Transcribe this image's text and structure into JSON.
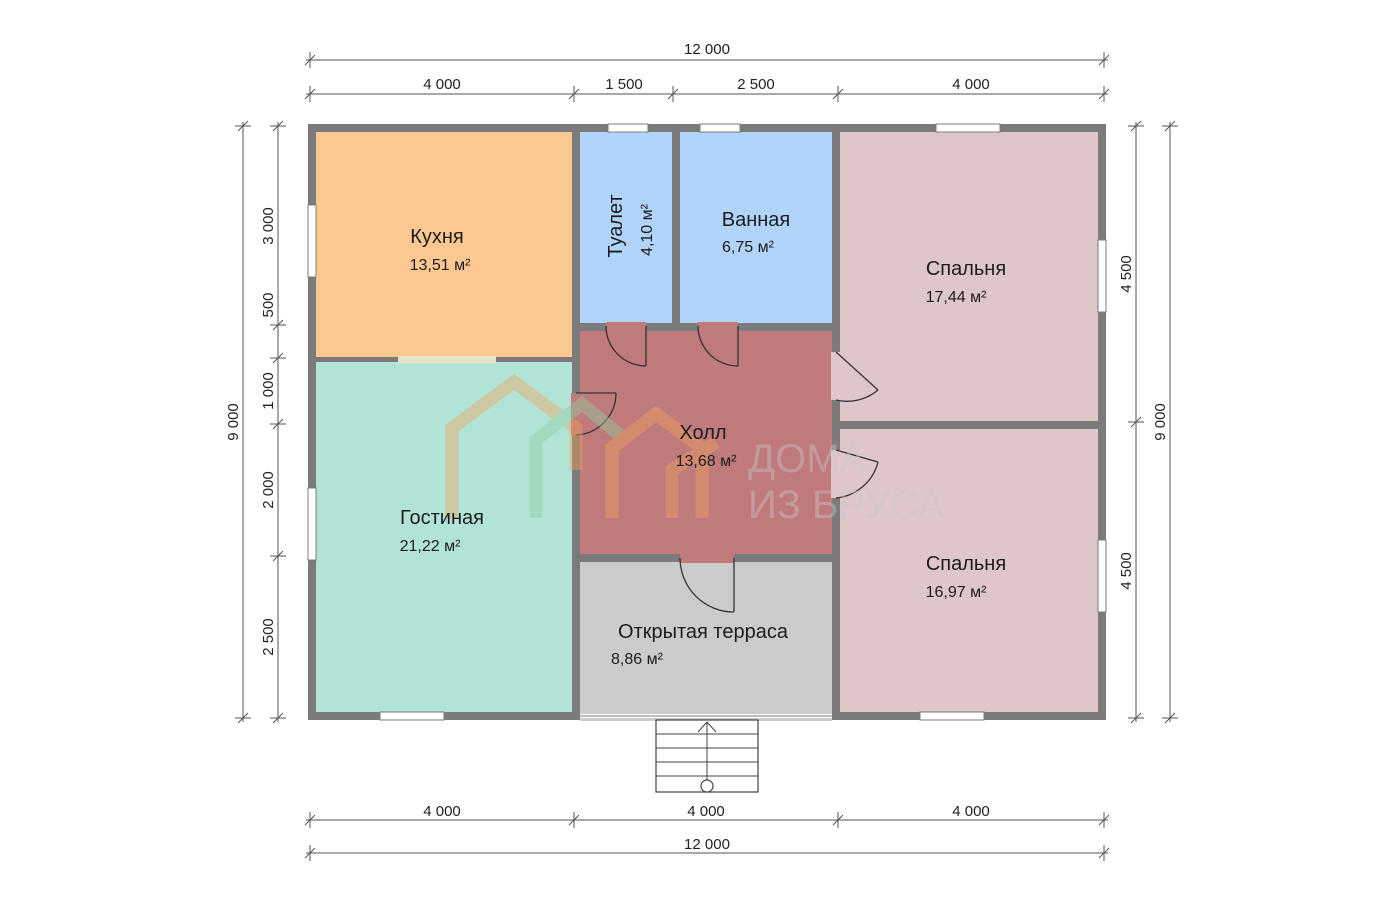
{
  "dimensions": {
    "top_total": "12 000",
    "top_segments": [
      "4 000",
      "1 500",
      "2 500",
      "4 000"
    ],
    "bottom_segments": [
      "4 000",
      "4 000",
      "4 000"
    ],
    "bottom_total": "12 000",
    "left_total": "9 000",
    "left_segments": [
      "3 000",
      "500",
      "1 000",
      "2 000",
      "2 500"
    ],
    "right_segments": [
      "4 500",
      "4 500"
    ],
    "right_total": "9 000"
  },
  "rooms": {
    "kitchen": {
      "name": "Кухня",
      "area": "13,51 м²",
      "color": "#fcc892"
    },
    "toilet": {
      "name": "Туалет",
      "area": "4,10 м²",
      "color": "#b0d4fa"
    },
    "bath": {
      "name": "Ванная",
      "area": "6,75 м²",
      "color": "#b0d4fa"
    },
    "bedroom1": {
      "name": "Спальня",
      "area": "17,44 м²",
      "color": "#dfc6c8"
    },
    "bedroom2": {
      "name": "Спальня",
      "area": "16,97 м²",
      "color": "#dfc6c8"
    },
    "living": {
      "name": "Гостиная",
      "area": "21,22 м²",
      "color": "#b2e3d7"
    },
    "hall": {
      "name": "Холл",
      "area": "13,68 м²",
      "color": "#c07a7c"
    },
    "terrace": {
      "name": "Открытая терраса",
      "area": "8,86 м²",
      "color": "#cbcbcb"
    }
  },
  "watermark": {
    "line1": "ДОМА",
    "line2": "ИЗ БРУСА"
  },
  "colors": {
    "wall": "#7b7b7b",
    "dim_line": "#555555",
    "window": "#ffffff"
  }
}
